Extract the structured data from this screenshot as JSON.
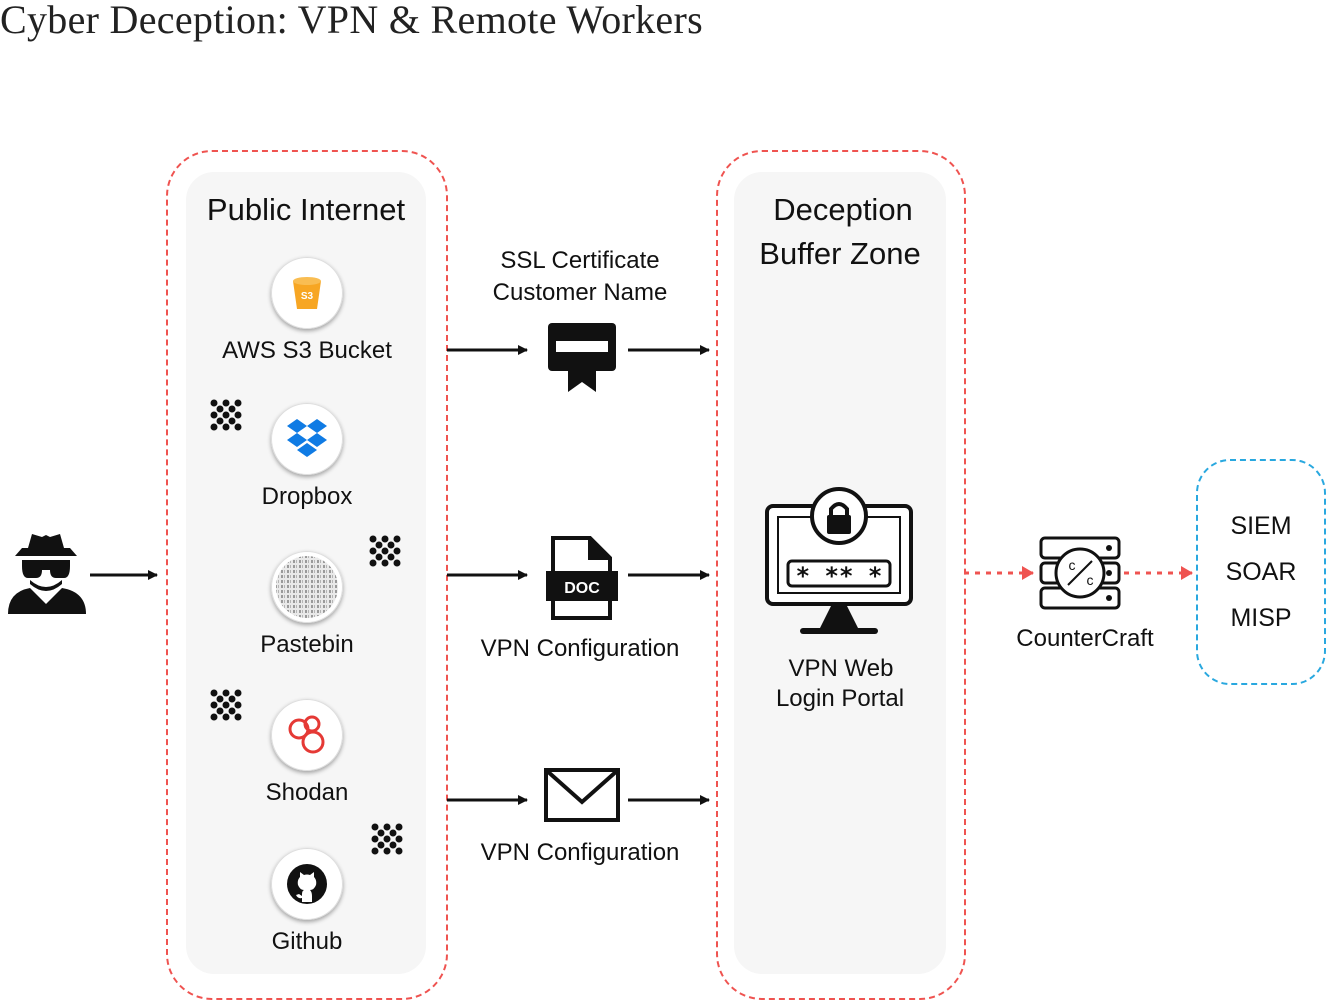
{
  "title": "Cyber Deception: VPN & Remote Workers",
  "zones": {
    "public_internet": "Public Internet",
    "deception_line1": "Deception",
    "deception_line2": "Buffer Zone"
  },
  "sources": [
    {
      "label": "AWS S3 Bucket",
      "icon": "s3-bucket-icon",
      "badge": "S3"
    },
    {
      "label": "Dropbox",
      "icon": "dropbox-icon"
    },
    {
      "label": "Pastebin",
      "icon": "pastebin-icon"
    },
    {
      "label": "Shodan",
      "icon": "shodan-icon"
    },
    {
      "label": "Github",
      "icon": "github-icon"
    }
  ],
  "flows": {
    "ssl_line1": "SSL Certificate",
    "ssl_line2": "Customer Name",
    "doc_label": "VPN Configuration",
    "doc_badge": "DOC",
    "mail_label": "VPN Configuration"
  },
  "portal": {
    "line1": "VPN Web",
    "line2": "Login Portal",
    "password_mask": "* ** *"
  },
  "countercraft": {
    "label": "CounterCraft",
    "logo_top": "c",
    "logo_bottom": "c"
  },
  "integrations": [
    "SIEM",
    "SOAR",
    "MISP"
  ],
  "colors": {
    "zone_border": "#ef5350",
    "integration_border": "#29a8df",
    "flow_red": "#ef5350",
    "s3": "#f7a623",
    "dropbox": "#0f7be4",
    "shodan": "#e53935"
  }
}
